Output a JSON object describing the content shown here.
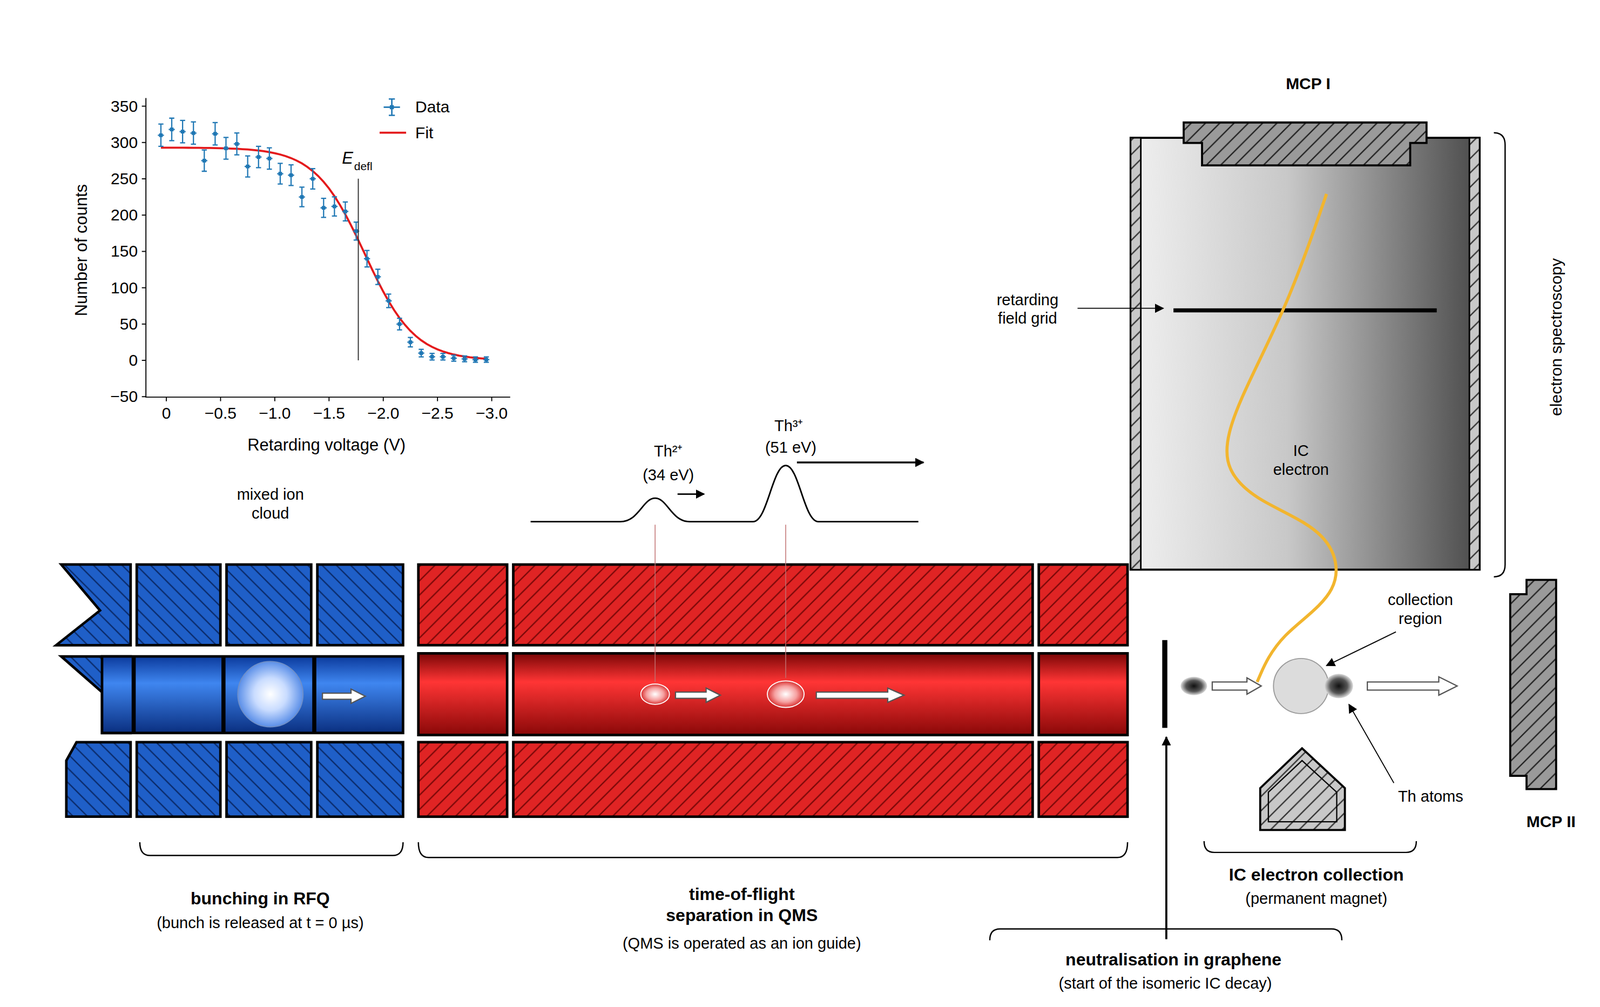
{
  "diagram": {
    "nodes": [
      {
        "text": [
          "IC electron"
        ]
      },
      {
        "text": [
          "MCP I"
        ]
      },
      {
        "text": [
          "MCP II"
        ]
      }
    ],
    "labels": [
      "350",
      "300",
      "250",
      "200",
      "150",
      "100",
      "50",
      "0",
      "−50",
      "0",
      "−0.5",
      "−1.0",
      "−1.5",
      "−2.0",
      "−2.5",
      "−3.0",
      "Number of counts",
      "Retarding voltage (V)",
      "E",
      "defl",
      "mixed ion cloud",
      "Th²⁺",
      "(34 eV)",
      "Th³⁺",
      "(51 eV)",
      "retarding field grid",
      "electron spectroscopy",
      "collection region",
      "Th atoms",
      "bunching in RFQ",
      "(bunch is released at t = 0 µs)",
      "time-of-flight separation in QMS",
      "(QMS is operated as an ion guide)",
      "IC electron collection",
      "(permanent magnet)",
      "neutralisation in graphene",
      "(start of the isomeric IC decay)"
    ],
    "legend": [
      {
        "text": "Data"
      },
      {
        "text": "Fit"
      }
    ]
  }
}
